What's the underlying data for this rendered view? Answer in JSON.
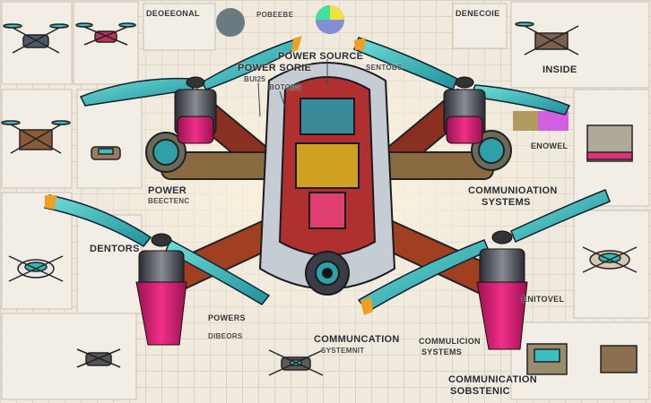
{
  "labels": {
    "power_source_main": "POWER SOURCE",
    "power_sorie": "POWER SORIE",
    "bui25": "BUI25",
    "botobs": "BOTOBS",
    "sentobs": "SENTOBS",
    "deoeeonal": "DEOEEONAL",
    "pobeebe": "POBEEBE",
    "denecoie": "DENECOIE",
    "inside": "INSIDE",
    "enowel": "ENOWEL",
    "power_left": "POWER",
    "beectenc": "BEECTENC",
    "comm_right_1": "COMMUNIOATION",
    "comm_right_2": "SYSTEMS",
    "dentors": "DENTORS",
    "enitovel": "ENITOVEL",
    "powers": "POWERS",
    "dibeors": "DIBEORS",
    "comm_bottom_1": "COMMUNCATION",
    "comm_bottom_2": "SYSTEMNIT",
    "commulicion_1": "COMMULICION",
    "commulicion_2": "SYSTEMS",
    "comm_corner_1": "COMMUNICATION",
    "comm_corner_2": "SOBSTENIC"
  },
  "colors": {
    "propeller": "#3bbfc0",
    "tip": "#f0a020",
    "motor": "#3a3d45",
    "accent": "#e0207a",
    "paper": "#efe9de"
  }
}
